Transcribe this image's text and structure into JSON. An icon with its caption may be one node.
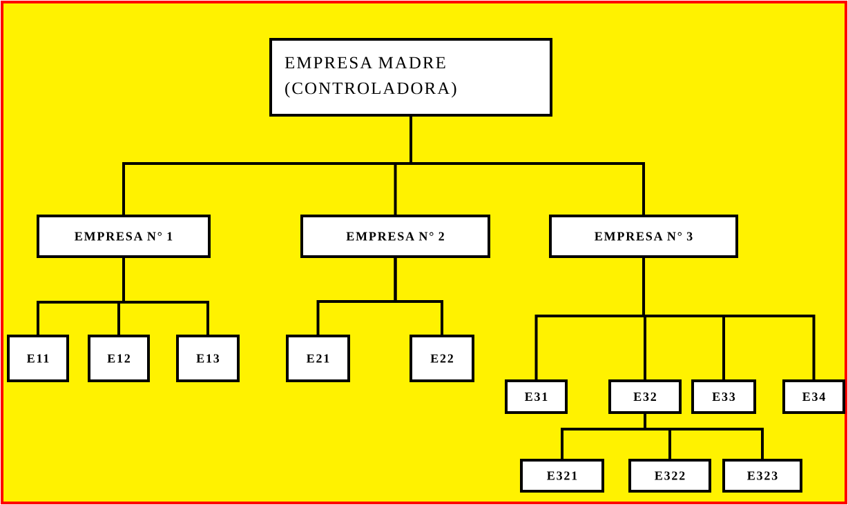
{
  "diagram": {
    "nodes": [
      {
        "text": [
          "EMPRESA MADRE (CONTROLADORA)"
        ]
      },
      {
        "text": [
          "EMPRESA N° 1"
        ]
      },
      {
        "text": [
          "EMPRESA N° 2"
        ]
      },
      {
        "text": [
          "EMPRESA N° 3"
        ]
      },
      {
        "text": [
          "E11"
        ]
      },
      {
        "text": [
          "E12"
        ]
      },
      {
        "text": [
          "E13"
        ]
      },
      {
        "text": [
          "E21"
        ]
      },
      {
        "text": [
          "E22"
        ]
      },
      {
        "text": [
          "E31"
        ]
      },
      {
        "text": [
          "E32"
        ]
      },
      {
        "text": [
          "E33"
        ]
      },
      {
        "text": [
          "E34"
        ]
      },
      {
        "text": [
          "E321"
        ]
      },
      {
        "text": [
          "E322"
        ]
      },
      {
        "text": [
          "E323"
        ]
      }
    ],
    "edges": [
      {
        "from": 0,
        "to": 1,
        "arrow": "none"
      },
      {
        "from": 0,
        "to": 2,
        "arrow": "none"
      },
      {
        "from": 0,
        "to": 3,
        "arrow": "none"
      },
      {
        "from": 1,
        "to": 4,
        "arrow": "none"
      },
      {
        "from": 1,
        "to": 5,
        "arrow": "none"
      },
      {
        "from": 1,
        "to": 6,
        "arrow": "none"
      },
      {
        "from": 2,
        "to": 7,
        "arrow": "none"
      },
      {
        "from": 2,
        "to": 8,
        "arrow": "none"
      },
      {
        "from": 3,
        "to": 9,
        "arrow": "none"
      },
      {
        "from": 3,
        "to": 10,
        "arrow": "none"
      },
      {
        "from": 3,
        "to": 11,
        "arrow": "none"
      },
      {
        "from": 3,
        "to": 12,
        "arrow": "none"
      },
      {
        "from": 10,
        "to": 13,
        "arrow": "none"
      },
      {
        "from": 10,
        "to": 14,
        "arrow": "none"
      },
      {
        "from": 10,
        "to": 15,
        "arrow": "none"
      }
    ]
  }
}
